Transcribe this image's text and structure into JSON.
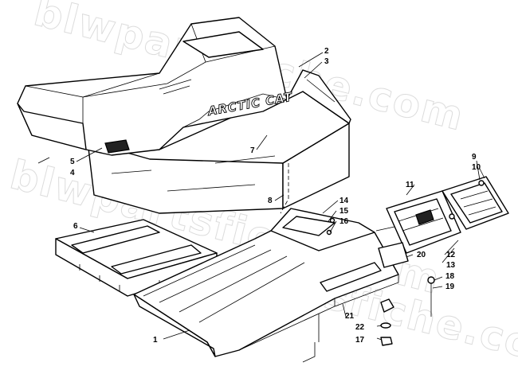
{
  "watermark": "blwpartsfiche.com",
  "seat_brand": "ARCTIC CAT",
  "callouts": [
    {
      "id": "c1",
      "text": "1"
    },
    {
      "id": "c2",
      "text": "2"
    },
    {
      "id": "c3",
      "text": "3"
    },
    {
      "id": "c4",
      "text": "4"
    },
    {
      "id": "c5",
      "text": "5"
    },
    {
      "id": "c6",
      "text": "6"
    },
    {
      "id": "c7",
      "text": "7"
    },
    {
      "id": "c8",
      "text": "8"
    },
    {
      "id": "c9",
      "text": "9"
    },
    {
      "id": "c10",
      "text": "10"
    },
    {
      "id": "c11",
      "text": "11"
    },
    {
      "id": "c12",
      "text": "12"
    },
    {
      "id": "c13",
      "text": "13"
    },
    {
      "id": "c14",
      "text": "14"
    },
    {
      "id": "c15",
      "text": "15"
    },
    {
      "id": "c16",
      "text": "16"
    },
    {
      "id": "c17",
      "text": "17"
    },
    {
      "id": "c18",
      "text": "18"
    },
    {
      "id": "c19",
      "text": "19"
    },
    {
      "id": "c20",
      "text": "20"
    },
    {
      "id": "c21",
      "text": "21"
    },
    {
      "id": "c22",
      "text": "22"
    }
  ]
}
